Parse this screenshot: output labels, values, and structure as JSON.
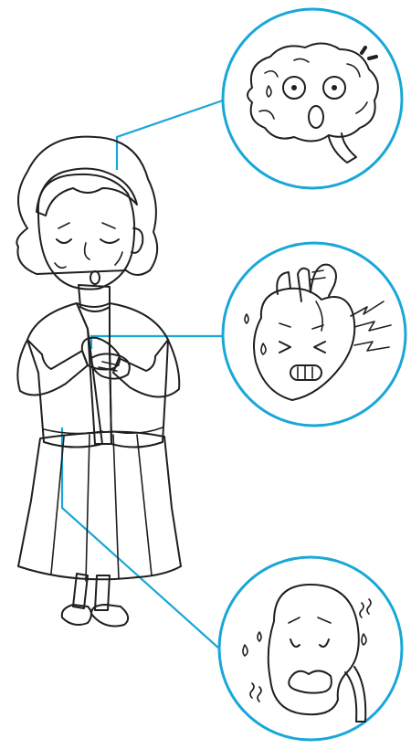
{
  "illustration": {
    "colors": {
      "accent": "#19a7d8",
      "hair": "#c8c8c8",
      "cardigan": "#c5e6f5",
      "skirt": "#7a7a7a",
      "skin": "#ffffff",
      "ink": "#1f1f1f"
    },
    "figures": [
      {
        "name": "elderly-woman",
        "icon": "woman-holding-chest-icon"
      },
      {
        "name": "brain-callout",
        "icon": "scared-brain-icon"
      },
      {
        "name": "heart-callout",
        "icon": "pained-heart-icon"
      },
      {
        "name": "kidney-callout",
        "icon": "worried-kidney-icon"
      }
    ]
  }
}
